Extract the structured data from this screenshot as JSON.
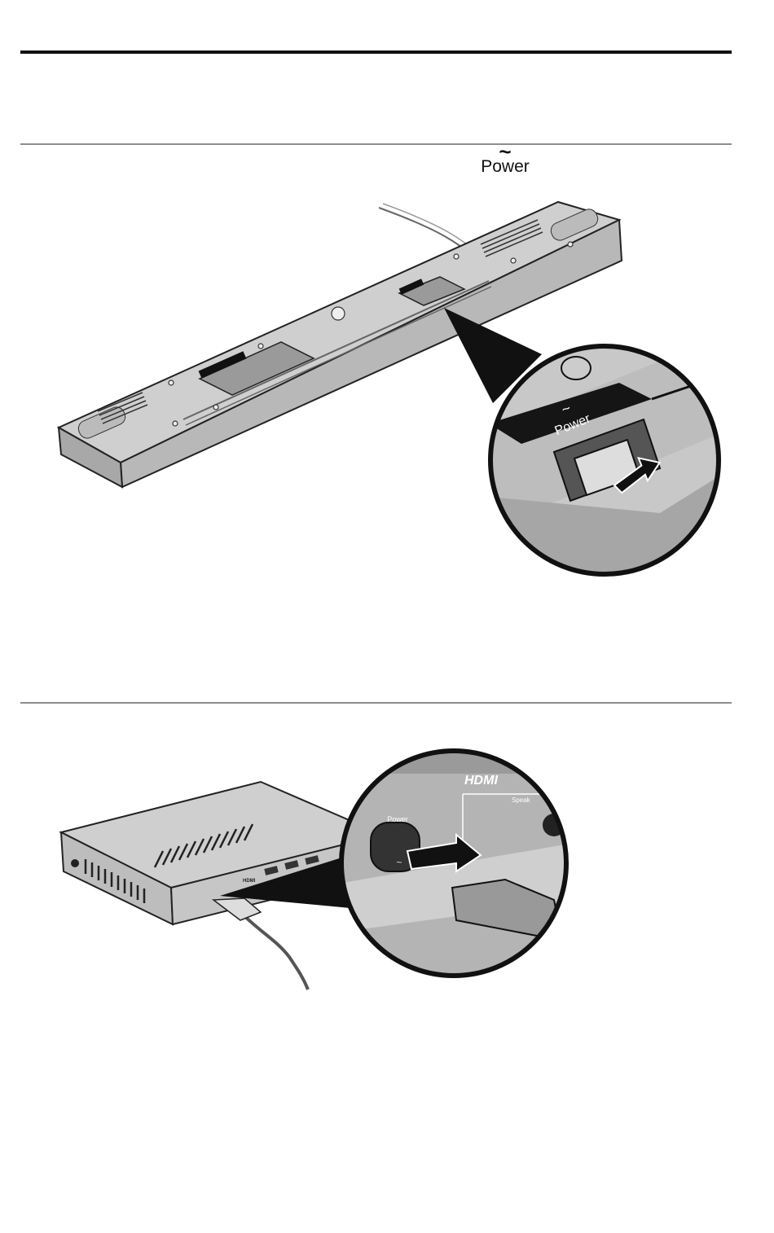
{
  "header": {},
  "power_symbol": {
    "tilde": "~",
    "label": "Power"
  },
  "figure_1": {
    "callout": {
      "tilde": "~",
      "label": "Power"
    }
  },
  "figure_2": {
    "callout": {
      "label": "Power",
      "tilde": "~",
      "hdmi": "HDMI",
      "speakers": "Speak"
    },
    "module_labels": {
      "hdmi": "HDMI"
    }
  }
}
